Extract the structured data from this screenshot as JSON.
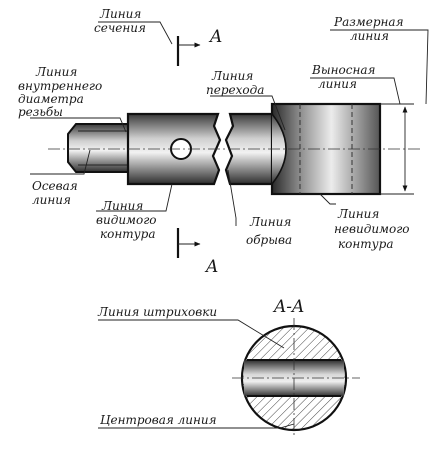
{
  "labels": {
    "section_line": [
      "Линия",
      "сечения"
    ],
    "section_mark_top": "A",
    "section_mark_bottom": "A",
    "dimension_line": [
      "Размерная",
      "линия"
    ],
    "extension_line": [
      "Выносная",
      "линия"
    ],
    "transition_line": [
      "Линия",
      "перехода"
    ],
    "inner_thread_line": [
      "Линия",
      "внутреннего",
      "диаметра",
      "резьбы"
    ],
    "axis_line": [
      "Осевая",
      "линия"
    ],
    "visible_contour": [
      "Линия",
      "видимого",
      "контура"
    ],
    "break_line": [
      "Линия",
      "обрыва"
    ],
    "hidden_contour": [
      "Линия",
      "невидимого",
      "контура"
    ],
    "hatch_line": "Линия штриховки",
    "section_title": "A-A",
    "center_line": "Центровая линия"
  }
}
